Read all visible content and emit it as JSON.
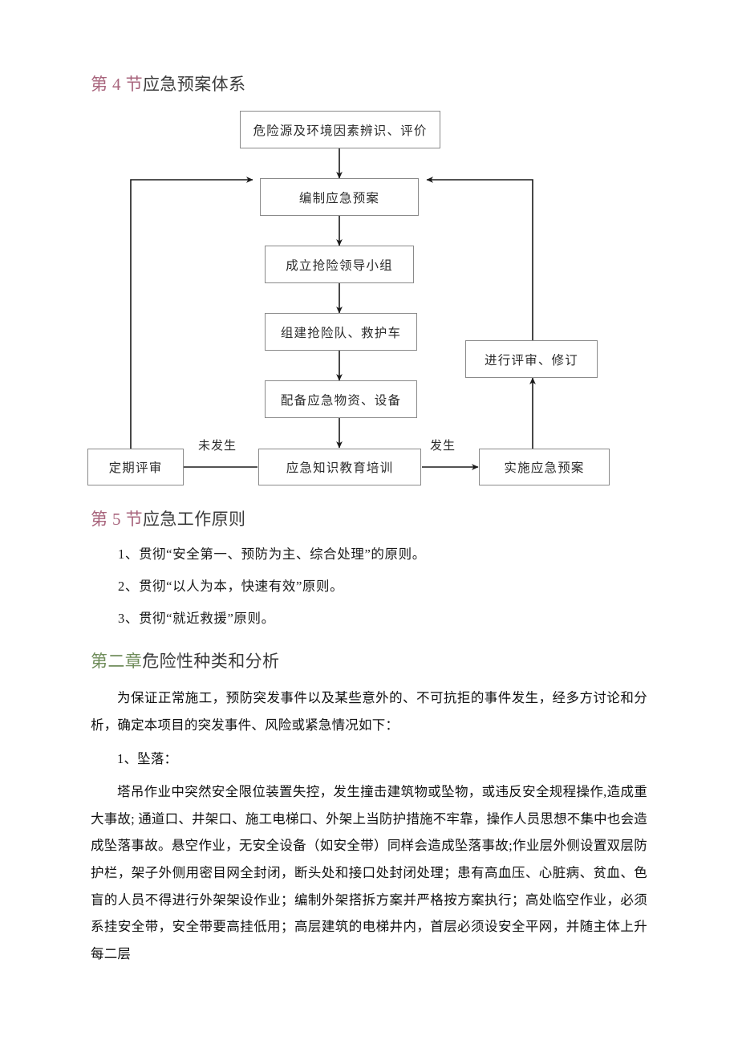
{
  "sections": {
    "sec4": {
      "number": "第 4 节",
      "title": "应急预案体系"
    },
    "sec5": {
      "number": "第 5 节",
      "title": "应急工作原则",
      "items": [
        "1、贯彻“安全第一、预防为主、综合处理”的原则。",
        "2、贯彻“以人为本，快速有效”原则。",
        "3、贯彻“就近救援”原则。"
      ]
    },
    "chapter2": {
      "number": "第二章",
      "title": "危险性种类和分析",
      "intro": "为保证正常施工，预防突发事件以及某些意外的、不可抗拒的事件发生，经多方讨论和分析，确定本项目的突发事件、风险或紧急情况如下：",
      "fall_label": "1、坠落：",
      "fall_text": "塔吊作业中突然安全限位装置失控，发生撞击建筑物或坠物，或违反安全规程操作,造成重大事故; 通道口、井架口、施工电梯口、外架上当防护措施不牢靠，操作人员思想不集中也会造成坠落事故。悬空作业，无安全设备（如安全带）同样会造成坠落事故;作业层外侧设置双层防护栏，架子外侧用密目网全封闭，断头处和接口处封闭处理；患有高血压、心脏病、贫血、色盲的人员不得进行外架架设作业；编制外架搭拆方案并严格按方案执行；高处临空作业，必须系挂安全带，安全带要高挂低用；高层建筑的电梯井内，首层必须设安全平网，并随主体上升每二层"
    }
  },
  "flowchart": {
    "nodes": {
      "hazard_identification": "危险源及环境因素辨识、评价",
      "prepare_plan": "编制应急预案",
      "establish_leadership": "成立抢险领导小组",
      "build_rescue_team": "组建抢险队、救护车",
      "equip_supplies": "配备应急物资、设备",
      "knowledge_training": "应急知识教育培训",
      "periodic_review": "定期评审",
      "implement_plan": "实施应急预案",
      "review_revise": "进行评审、修订"
    },
    "edge_labels": {
      "not_occurred": "未发生",
      "occurred": "发生"
    }
  },
  "colors": {
    "heading_number_pink": "#a8647c",
    "heading_number_green": "#6f8c5a",
    "heading_body": "#3a3a3a",
    "node_border": "#8a8a8a",
    "line": "#1a1a1a"
  }
}
